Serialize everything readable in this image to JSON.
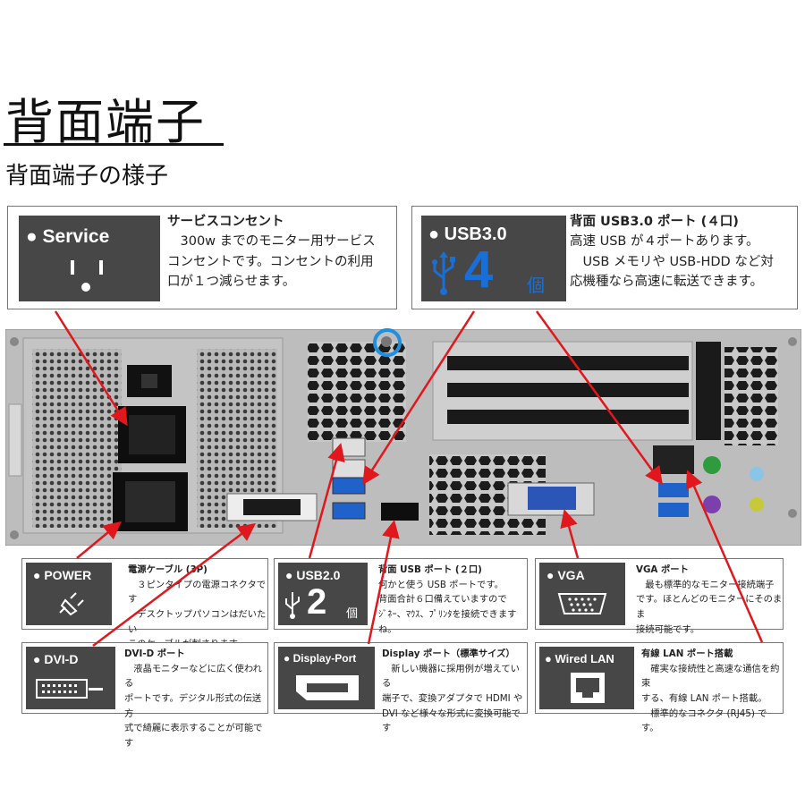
{
  "page": {
    "title": "背面端子",
    "subtitle": "背面端子の様子"
  },
  "colors": {
    "tile": "#474747",
    "arrow": "#e0181d",
    "highlight": "#1f8fe0",
    "usb": "#1a6fd6"
  },
  "service": {
    "label": "● Service",
    "icon": "outlet-icon",
    "heading": "サービスコンセント",
    "lines": [
      "　300w までのモニター用サービス",
      "コンセントです。コンセントの利用",
      "口が１つ減らせます。"
    ]
  },
  "usb3": {
    "label": "● USB3.0",
    "icon": "usb-icon",
    "count": "4",
    "unit": "個",
    "heading": "背面 USB3.0 ポート (４口)",
    "lines": [
      "高速 USB が４ポートあります。",
      "　USB メモリや USB-HDD など対",
      "応機種なら高速に転送できます。"
    ]
  },
  "power": {
    "label": "● POWER",
    "icon": "power-plug-icon",
    "heading": "電源ケーブル (3P)",
    "lines": [
      "　３ピンタイプの電源コネクタです",
      "　デスクトップパソコンはだいたい",
      "このケーブルが刺さります。"
    ]
  },
  "usb2": {
    "label": "● USB2.0",
    "icon": "usb-icon",
    "count": "2",
    "unit": "個",
    "heading": "背面 USB ポート (２口)",
    "lines": [
      "何かと使う USB ポートです。",
      "背面合計６口備えていますので",
      "ｼﾞﾈｰ、ﾏｳｽ、ﾌﾟﾘﾝﾀを接続できますね。"
    ]
  },
  "vga": {
    "label": "● VGA",
    "icon": "vga-connector-icon",
    "heading": "VGA ポート",
    "lines": [
      "　最も標準的なモニター接続端子",
      "です。ほとんどのモニターにそのまま",
      "接続可能です。"
    ]
  },
  "dvi": {
    "label": "● DVI-D",
    "icon": "dvi-connector-icon",
    "heading": "DVI-D ポート",
    "lines": [
      "　液晶モニターなどに広く使われる",
      "ポートです。デジタル形式の伝送方",
      "式で綺麗に表示することが可能です"
    ]
  },
  "displayport": {
    "label": "● Display-Port",
    "icon": "displayport-connector-icon",
    "heading": "Display ポート（標準サイズ）",
    "lines": [
      "　新しい機器に採用例が増えている",
      "端子で、変換アダプタで HDMI や",
      "DVI など様々な形式に変換可能です"
    ]
  },
  "lan": {
    "label": "● Wired LAN",
    "icon": "lan-port-icon",
    "heading": "有線 LAN ポート搭載",
    "lines": [
      "　確実な接続性と高速な通信を約束",
      "する、有線 LAN ポート搭載。",
      "　標準的なコネクタ (RJ45) です。"
    ]
  }
}
